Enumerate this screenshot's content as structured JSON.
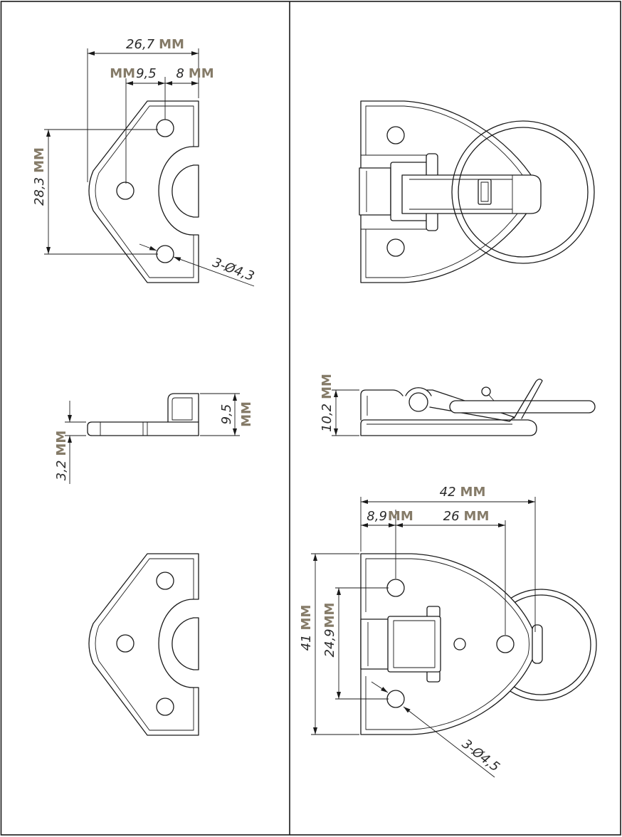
{
  "top_left_view": {
    "span_total": {
      "value": "26,7",
      "unit": "MM"
    },
    "span_hole": {
      "unit": "MM",
      "value": "9,5"
    },
    "span_edge": {
      "value": "8",
      "unit": "MM"
    },
    "span_holes_vertical": {
      "value": "28,3",
      "unit": "MM"
    },
    "hole_callout": "3-Ø4,3"
  },
  "left_side_view": {
    "part_rise": {
      "value": "9,5",
      "unit": "MM"
    },
    "plate_thickness": {
      "value": "3,2",
      "unit": "MM"
    }
  },
  "right_side_view": {
    "assembled_rise": {
      "value": "10,2",
      "unit": "MM"
    }
  },
  "right_front_view": {
    "span_total": {
      "value": "42",
      "unit": "MM"
    },
    "span_first_hole": {
      "value": "8,9",
      "unit": "MM"
    },
    "span_hole_to_hole": {
      "value": "26",
      "unit": "MM"
    },
    "span_plate": {
      "value": "41",
      "unit": "MM"
    },
    "span_holes_vertical": {
      "value": "24,9",
      "unit": "MM"
    },
    "hole_callout": "3-Ø4,5"
  },
  "colors": {
    "line": "#1a1a1a",
    "dimension_text": "#2b2b2b",
    "unit_text": "#857b68"
  }
}
